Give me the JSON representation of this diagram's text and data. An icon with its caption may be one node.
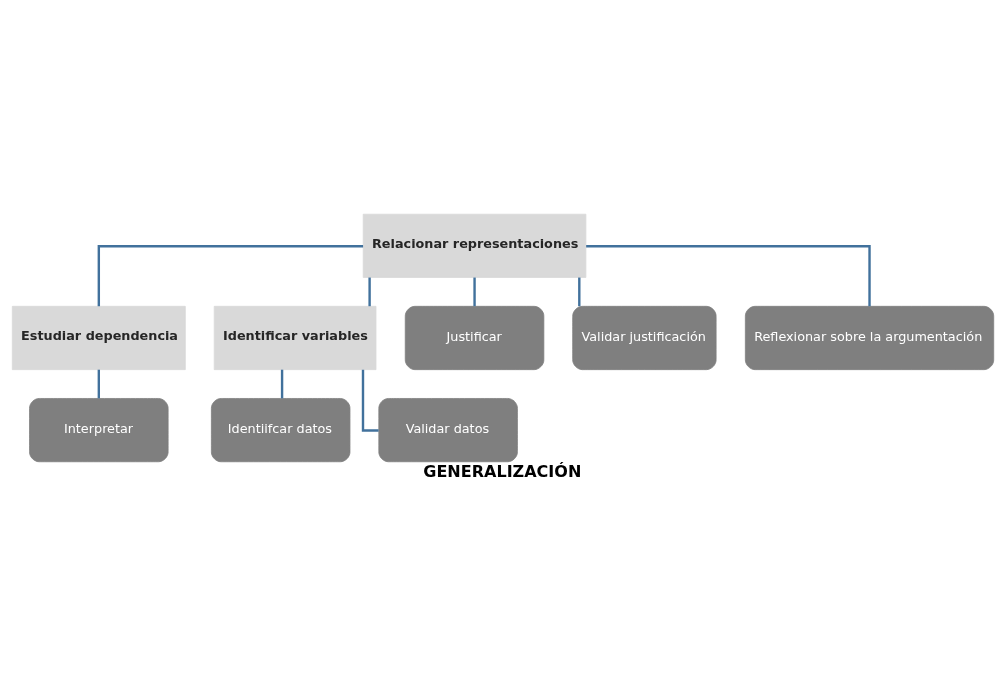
{
  "diagram": {
    "caption": "GENERALIZACIÓN",
    "nodes": [
      {
        "text": [
          "Relacionar representaciones"
        ]
      },
      {
        "text": [
          "Estudiar dependencia"
        ]
      },
      {
        "text": [
          "Identificar variables"
        ]
      },
      {
        "text": [
          "Interpretar"
        ]
      },
      {
        "text": [
          "Identiifcar datos"
        ]
      },
      {
        "text": [
          "Validar datos"
        ]
      },
      {
        "text": [
          "Justificar"
        ]
      },
      {
        "text": [
          "Validar justificación"
        ]
      },
      {
        "text": [
          "Reflexionar sobre la argumentación"
        ]
      }
    ],
    "edges": [
      {
        "from": 0,
        "to": 1,
        "arrow": "none"
      },
      {
        "from": 0,
        "to": 2,
        "arrow": "none"
      },
      {
        "from": 1,
        "to": 3,
        "arrow": "none"
      },
      {
        "from": 2,
        "to": 4,
        "arrow": "none"
      },
      {
        "from": 2,
        "to": 5,
        "arrow": "none"
      },
      {
        "from": 0,
        "to": 6,
        "arrow": "none"
      },
      {
        "from": 0,
        "to": 7,
        "arrow": "none"
      },
      {
        "from": 0,
        "to": 8,
        "arrow": "none"
      }
    ]
  }
}
